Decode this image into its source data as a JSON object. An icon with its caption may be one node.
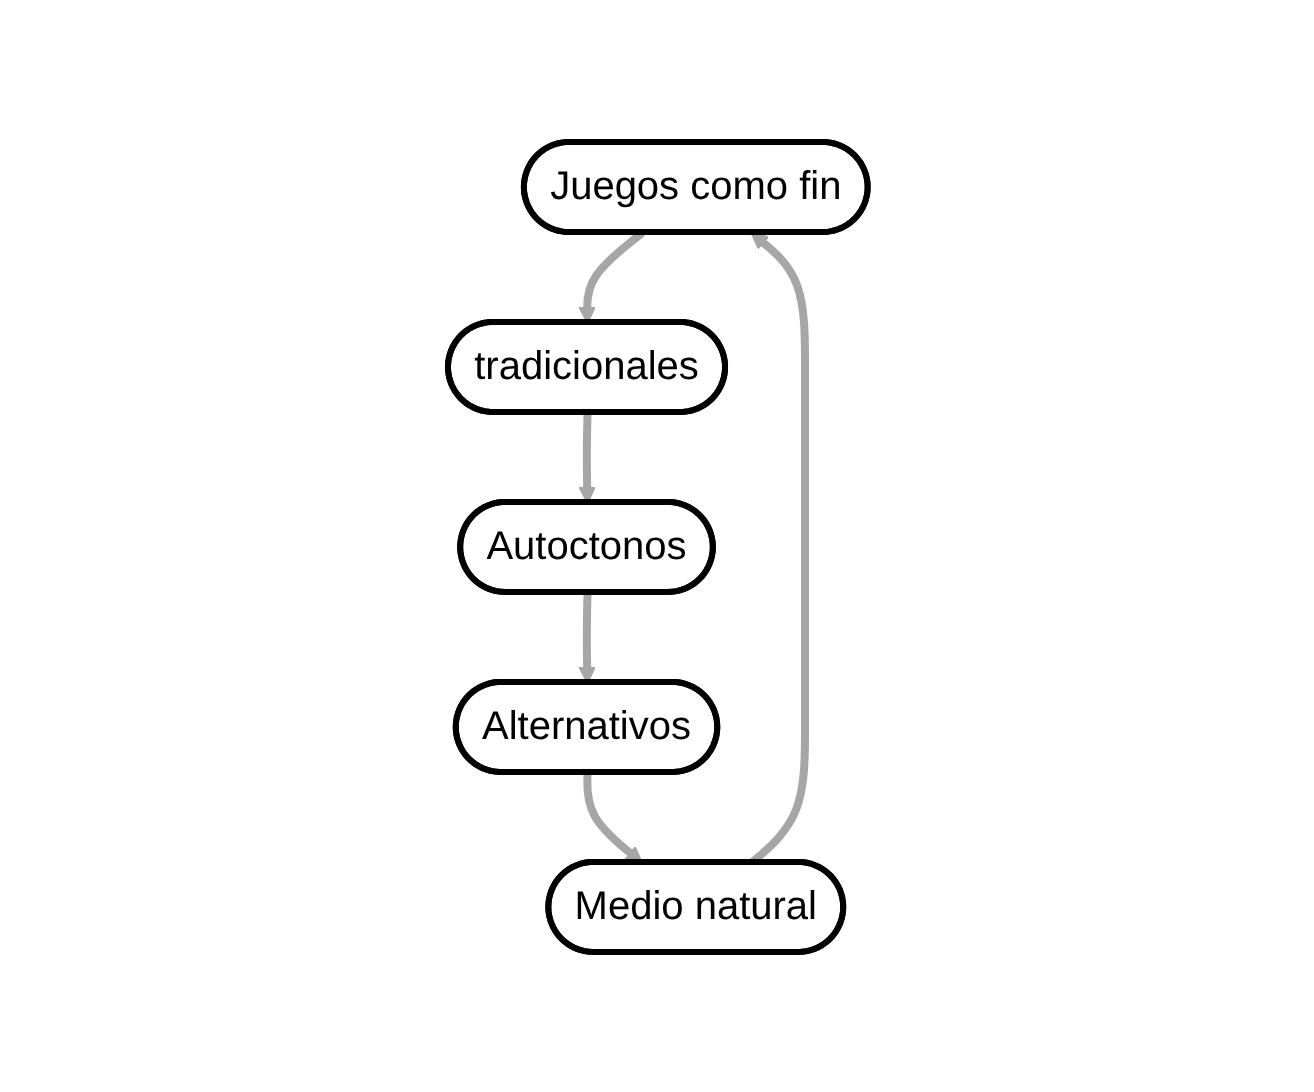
{
  "diagram": {
    "nodes": [
      {
        "text": [
          "Juegos como fin"
        ]
      },
      {
        "text": [
          "tradicionales"
        ]
      },
      {
        "text": [
          "Autoctonos"
        ]
      },
      {
        "text": [
          "Alternativos"
        ]
      },
      {
        "text": [
          "Medio natural"
        ]
      }
    ],
    "edges": [
      {
        "from": 0,
        "to": 1,
        "arrow": "to"
      },
      {
        "from": 1,
        "to": 2,
        "arrow": "to"
      },
      {
        "from": 2,
        "to": 3,
        "arrow": "to"
      },
      {
        "from": 3,
        "to": 4,
        "arrow": "to"
      },
      {
        "from": 4,
        "to": 0,
        "arrow": "to"
      }
    ]
  }
}
